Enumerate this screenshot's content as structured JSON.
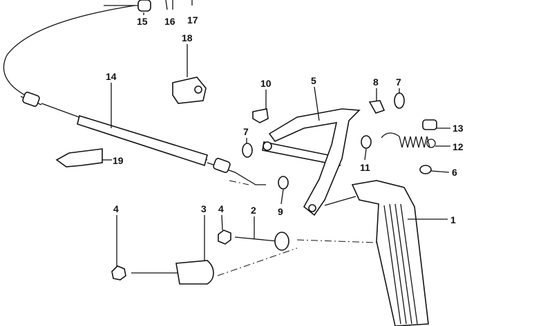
{
  "diagram": {
    "callouts": [
      {
        "id": "c15",
        "text": "15"
      },
      {
        "id": "c16",
        "text": "16"
      },
      {
        "id": "c17",
        "text": "17"
      },
      {
        "id": "c18",
        "text": "18"
      },
      {
        "id": "c14",
        "text": "14"
      },
      {
        "id": "c10",
        "text": "10"
      },
      {
        "id": "c5",
        "text": "5"
      },
      {
        "id": "c8",
        "text": "8"
      },
      {
        "id": "c7a",
        "text": "7"
      },
      {
        "id": "c13",
        "text": "13"
      },
      {
        "id": "c12",
        "text": "12"
      },
      {
        "id": "c7b",
        "text": "7"
      },
      {
        "id": "c11",
        "text": "11"
      },
      {
        "id": "c6",
        "text": "6"
      },
      {
        "id": "c19",
        "text": "19"
      },
      {
        "id": "c9",
        "text": "9"
      },
      {
        "id": "c4a",
        "text": "4"
      },
      {
        "id": "c3",
        "text": "3"
      },
      {
        "id": "c4b",
        "text": "4"
      },
      {
        "id": "c2",
        "text": "2"
      },
      {
        "id": "c1",
        "text": "1"
      }
    ]
  }
}
